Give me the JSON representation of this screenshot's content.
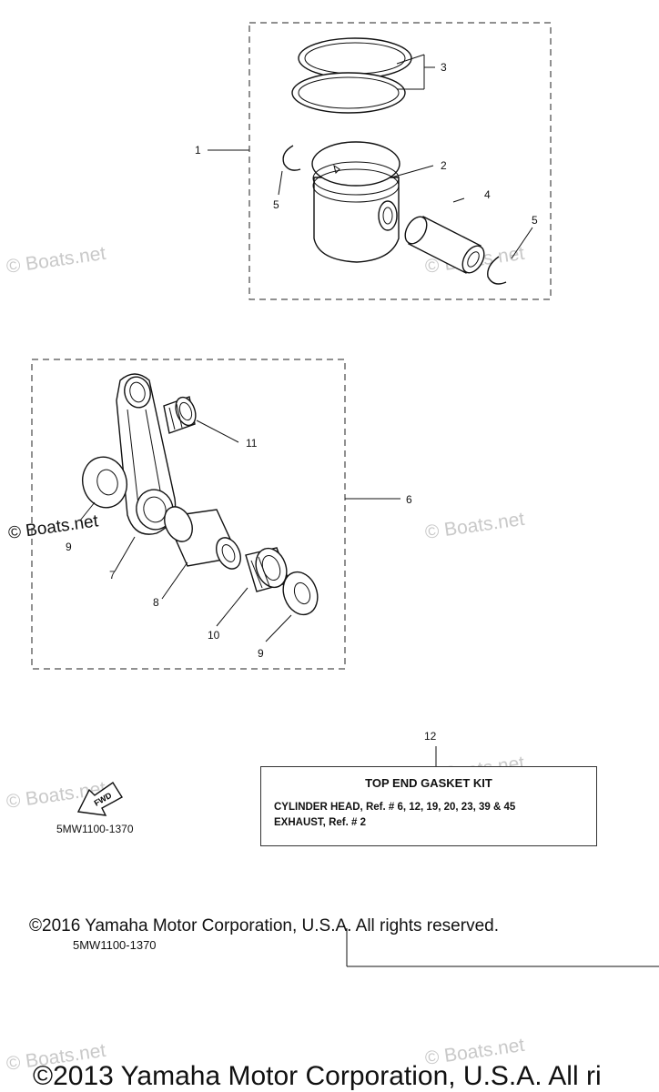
{
  "callouts": {
    "c1": "1",
    "c2": "2",
    "c3": "3",
    "c4": "4",
    "c5a": "5",
    "c5b": "5",
    "c6": "6",
    "c7": "7",
    "c8": "8",
    "c9a": "9",
    "c9b": "9",
    "c10": "10",
    "c11": "11",
    "c12": "12"
  },
  "kit": {
    "title": "TOP END GASKET KIT",
    "line1": "CYLINDER HEAD, Ref. # 6, 12, 19, 20, 23, 39 & 45",
    "line2": "EXHAUST, Ref. # 2"
  },
  "fwd_label": "FWD",
  "diagram_code": "5MW1100-1370",
  "diagram_code_repeat": "5MW1100-1370",
  "copyright_2016": "©2016 Yamaha Motor Corporation, U.S.A. All rights reserved.",
  "copyright_2013": "©2013 Yamaha Motor Corporation, U.S.A. All ri",
  "watermark": "© Boats.net",
  "watermark_dark": "© Boats.net",
  "colors": {
    "watermark": "#c9c9c9",
    "ink": "#111111"
  }
}
